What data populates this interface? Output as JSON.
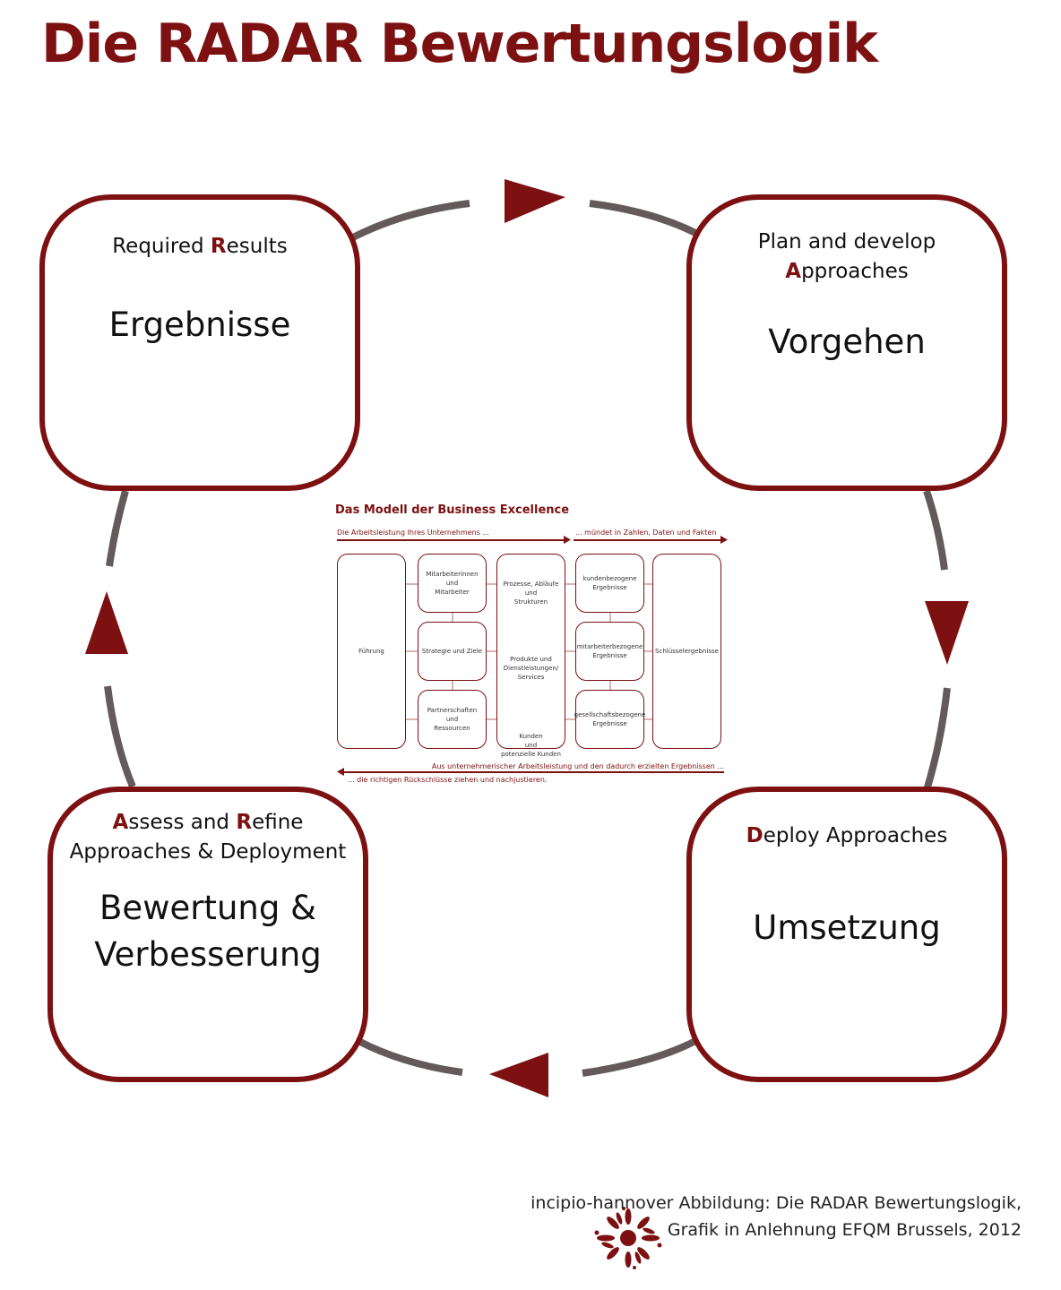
{
  "title": "Die RADAR Bewertungslogik",
  "colors": {
    "accent": "#7d1011",
    "cycle_line": "#645a5b"
  },
  "boxes": {
    "results": {
      "sub_hl": "R",
      "sub_pre": "Required ",
      "sub_post": "esults",
      "main": "Ergebnisse"
    },
    "approaches": {
      "sub_line1": "Plan and develop",
      "sub_hl": "A",
      "sub_post": "pproaches",
      "main": "Vorgehen"
    },
    "assess": {
      "sub_hl1": "A",
      "sub_mid1": "ssess and ",
      "sub_hl2": "R",
      "sub_mid2": "efine",
      "sub_line2": "Approaches & Deployment",
      "main_line1": "Bewertung &",
      "main_line2": "Verbesserung"
    },
    "deploy": {
      "sub_hl": "D",
      "sub_post": "eploy Approaches",
      "main": "Umsetzung"
    }
  },
  "model": {
    "title": "Das Modell der Business Excellence",
    "top_left_note": "Die Arbeitsleistung Ihres Unternehmens ...",
    "top_right_note": "... mündet in Zahlen, Daten und Fakten",
    "bottom_note1": "Aus unternehmerischer Arbeitsleistung und den dadurch erzielten Ergebnissen ...",
    "bottom_note2": "... die richtigen Rückschlüsse ziehen und nachjustieren.",
    "fuehrung": "Führung",
    "mitarbeiter": "Mitarbeiterinnen\nund\nMitarbeiter",
    "strategie": "Strategie und Ziele",
    "partnerschaften": "Partnerschaften\nund\nRessourcen",
    "prozesse": "Prozesse, Abläufe\nund\nStrukturen",
    "produkte": "Produkte und\nDienstleistungen/\nServices",
    "kunden": "Kunden\nund\npotenzielle Kunden",
    "kundenbezogen": "kundenbezogene\nErgebnisse",
    "mitarbeiterbezogen": "mitarbeiterbezogene\nErgebnisse",
    "gesellschaftsbezogen": "gesellschaftsbezogene\nErgebnisse",
    "schluessel": "Schlüsselergebnisse"
  },
  "credit": {
    "line1": "incipio-hannover Abbildung: Die RADAR Bewertungslogik,",
    "line2": "Grafik in Anlehnung EFQM Brussels, 2012"
  },
  "icons": [
    "arrow-right-icon",
    "arrow-down-icon",
    "arrow-left-icon",
    "arrow-up-icon",
    "incipio-logo-icon"
  ]
}
